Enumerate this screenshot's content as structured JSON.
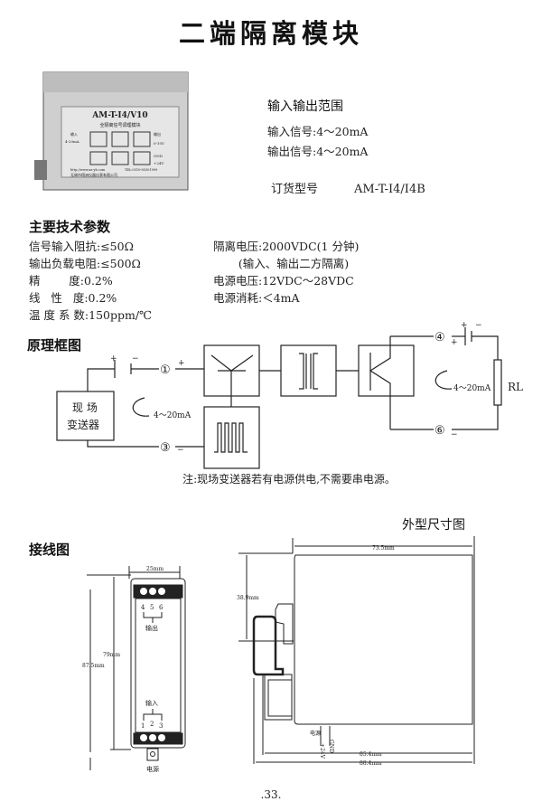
{
  "page_title": "二端隔离模块",
  "product_photo": {
    "label_model": "AM-T-I4/V10",
    "label_subtitle": "全隔离信号调理模块",
    "label_in": "输入",
    "label_in_range": "4-20mA",
    "label_out": "输出",
    "label_out_range": "0-10V",
    "label_gnd": "GND",
    "label_24v": "+24V",
    "label_url": "http://www.xz-yb.com",
    "label_tel": "TEL:0510-85301999",
    "label_company": "无锡市翔洲仪器仪表有限公司"
  },
  "io_range": {
    "heading": "输入输出范围",
    "input_signal": "输入信号:4～20mA",
    "output_signal": "输出信号:4～20mA",
    "order_label": "订货型号",
    "order_model": "AM-T-I4/I4B"
  },
  "specs": {
    "heading": "主要技术参数",
    "left": [
      "信号输入阻抗:≤50Ω",
      "输出负载电阻:≤500Ω",
      "精        度:0.2%",
      "线   性   度:0.2%",
      "温 度 系 数:150ppm/℃"
    ],
    "right": [
      "隔离电压:2000VDC(1 分钟)",
      "       (输入、输出二方隔离)",
      "电源电压:12VDC～28VDC",
      "电源消耗:＜4mA"
    ]
  },
  "block_diagram": {
    "heading": "原理框图",
    "transmitter_line1": "现  场",
    "transmitter_line2": "变送器",
    "terminal_1": "①",
    "terminal_3": "③",
    "terminal_4": "④",
    "terminal_6": "⑥",
    "plus": "+",
    "minus": "−",
    "current_left": "4～20mA",
    "current_right": "4～20mA",
    "load": "RL",
    "note": "注:现场变送器若有电源供电,不需要串电源。"
  },
  "wiring": {
    "heading": "接线图",
    "width_dim": "25mm",
    "height_inner": "79mm",
    "height_outer": "87.5mm",
    "top_terminals": [
      "4",
      "5",
      "6"
    ],
    "bottom_terminals": [
      "1",
      "2",
      "3"
    ],
    "output_label": "输出",
    "input_label": "输入",
    "power_label": "电源"
  },
  "dimensions": {
    "heading": "外型尺寸图",
    "top_width": "73.5mm",
    "height": "38.9mm",
    "width_854": "85.4mm",
    "width_884": "88.4mm",
    "power_label": "电源",
    "plus24": "+24V",
    "gnd": "GND"
  },
  "page_number": ".33."
}
